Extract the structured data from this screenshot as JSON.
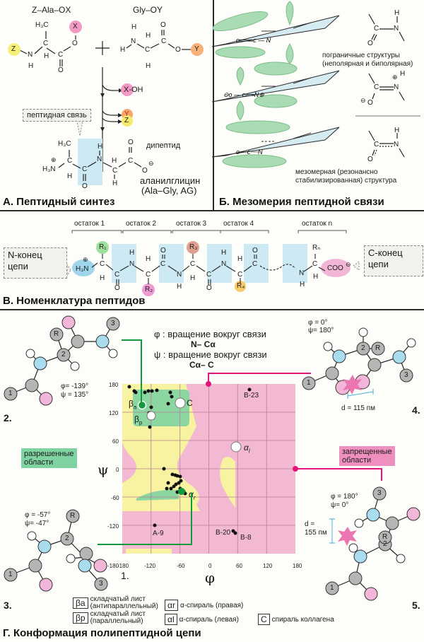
{
  "panel_a": {
    "title": "А. Пептидный синтез",
    "reactant1_label": "Z–Ala–OX",
    "reactant2_label": "Gly–OY",
    "plus": "+",
    "byproduct1": "X-OH",
    "byproduct2_y": "Y",
    "byproduct2_z": "Z",
    "peptide_bond_callout": "пептидная связь",
    "product_label": "дипептид",
    "product_name": "аланилглицин",
    "product_abbrev": "(Ala–Gly, AG)",
    "atoms": {
      "Z": "Z",
      "X": "X",
      "Y": "Y",
      "N": "N",
      "H": "H",
      "C": "C",
      "O": "O",
      "H3C": "H₃C",
      "H3N": "H₃N"
    }
  },
  "panel_b": {
    "title": "Б. Мезомерия пептидной связи",
    "boundary_label_1": "пограничные структуры",
    "boundary_label_2": "(неполярная и биполярная)",
    "mesomeric_label_1": "мезомерная (резонансно",
    "mesomeric_label_2": "стабилизированная) структура"
  },
  "panel_c": {
    "title": "В. Номенклатура пептидов",
    "residues": [
      "остаток 1",
      "остаток 2",
      "остаток 3",
      "остаток 4",
      "остаток n"
    ],
    "n_terminus_1": "N-конец",
    "n_terminus_2": "цепи",
    "c_terminus_1": "С-конец",
    "c_terminus_2": "цепи",
    "side_chains": [
      "R₁",
      "R₂",
      "R₃",
      "R₄",
      "Rₙ"
    ],
    "coo": "COO"
  },
  "panel_d": {
    "title": "Г. Конформация полипептидной цепи",
    "phi_def": "φ : вращение вокруг связи",
    "phi_bond": "N– Cα",
    "psi_def": "ψ : вращение вокруг связи",
    "psi_bond": "Cα– C",
    "allowed_label_1": "разрешенные",
    "allowed_label_2": "области",
    "forbidden_label_1": "запрещенные",
    "forbidden_label_2": "области",
    "fig2": {
      "number": "2.",
      "phi": "φ=  -139°",
      "psi": "ψ =   135°"
    },
    "fig3": {
      "number": "3.",
      "phi": "φ = -57°",
      "psi": "ψ= -47°"
    },
    "fig4": {
      "number": "4.",
      "phi": "φ =      0°",
      "psi": "ψ= 180°",
      "distance": "d  = 115 пм"
    },
    "fig5": {
      "number": "5.",
      "phi": "φ = 180°",
      "psi": "ψ=      0°",
      "distance_1": "d  =",
      "distance_2": "155 пм"
    },
    "chart_number": "1.",
    "legend": {
      "ba_symbol": "βa",
      "ba_text_1": "складчатый лист",
      "ba_text_2": "(антипараллельный)",
      "bp_symbol": "βp",
      "bp_text_1": "складчатый лист",
      "bp_text_2": "(параллельный)",
      "ar_symbol": "αr",
      "ar_text": "α-спираль (правая)",
      "al_symbol": "αl",
      "al_text": "α-спираль (левая)",
      "c_symbol": "C",
      "c_text": "спираль коллагена"
    },
    "colors": {
      "allowed_core": "#7fd3a2",
      "allowed_outer": "#f7f3a0",
      "forbidden": "#f3b9d3",
      "connector_green": "#109a3e",
      "connector_pink": "#e3157a"
    }
  },
  "chart_data": {
    "type": "scatter",
    "title": "Ramachandran plot",
    "xlabel": "φ",
    "ylabel": "ψ",
    "xlim": [
      -180,
      180
    ],
    "ylim": [
      -180,
      180
    ],
    "x_ticks": [
      -180,
      -120,
      -60,
      0,
      60,
      120,
      180
    ],
    "y_ticks": [
      180,
      120,
      60,
      0,
      -60,
      -120,
      -180
    ],
    "grid": true,
    "regions": [
      {
        "name": "allowed (core)",
        "color": "green"
      },
      {
        "name": "allowed (outer)",
        "color": "yellow"
      },
      {
        "name": "forbidden",
        "color": "pink"
      }
    ],
    "reference_points": [
      {
        "label": "βa",
        "phi": -139,
        "psi": 135
      },
      {
        "label": "βp",
        "phi": -119,
        "psi": 113
      },
      {
        "label": "C",
        "phi": -60,
        "psi": 140
      },
      {
        "label": "αr",
        "phi": -57,
        "psi": -47
      },
      {
        "label": "αl",
        "phi": 57,
        "psi": 47
      }
    ],
    "labeled_points": [
      {
        "label": "B-23",
        "phi": 85,
        "psi": 168
      },
      {
        "label": "A-9",
        "phi": -113,
        "psi": -120
      },
      {
        "label": "B-20",
        "phi": 50,
        "psi": -132
      },
      {
        "label": "B-8",
        "phi": 55,
        "psi": -137
      }
    ],
    "scatter_points": [
      [
        -165,
        175
      ],
      [
        -155,
        165
      ],
      [
        -152,
        162
      ],
      [
        -133,
        162
      ],
      [
        -125,
        165
      ],
      [
        -118,
        165
      ],
      [
        -108,
        166
      ],
      [
        -80,
        162
      ],
      [
        -78,
        152
      ],
      [
        -83,
        137
      ],
      [
        -120,
        130
      ],
      [
        -124,
        118
      ],
      [
        -117,
        107
      ],
      [
        -123,
        88
      ],
      [
        -93,
        0
      ],
      [
        -75,
        -12
      ],
      [
        -70,
        -13
      ],
      [
        -65,
        -15
      ],
      [
        -60,
        -17
      ],
      [
        -58,
        -25
      ],
      [
        -62,
        -30
      ],
      [
        -68,
        -33
      ],
      [
        -72,
        -38
      ],
      [
        -78,
        -42
      ],
      [
        -60,
        -42
      ],
      [
        -55,
        -45
      ],
      [
        -52,
        -48
      ],
      [
        -65,
        -50
      ],
      [
        -50,
        -52
      ],
      [
        -85,
        -30
      ],
      [
        -88,
        -42
      ]
    ]
  }
}
